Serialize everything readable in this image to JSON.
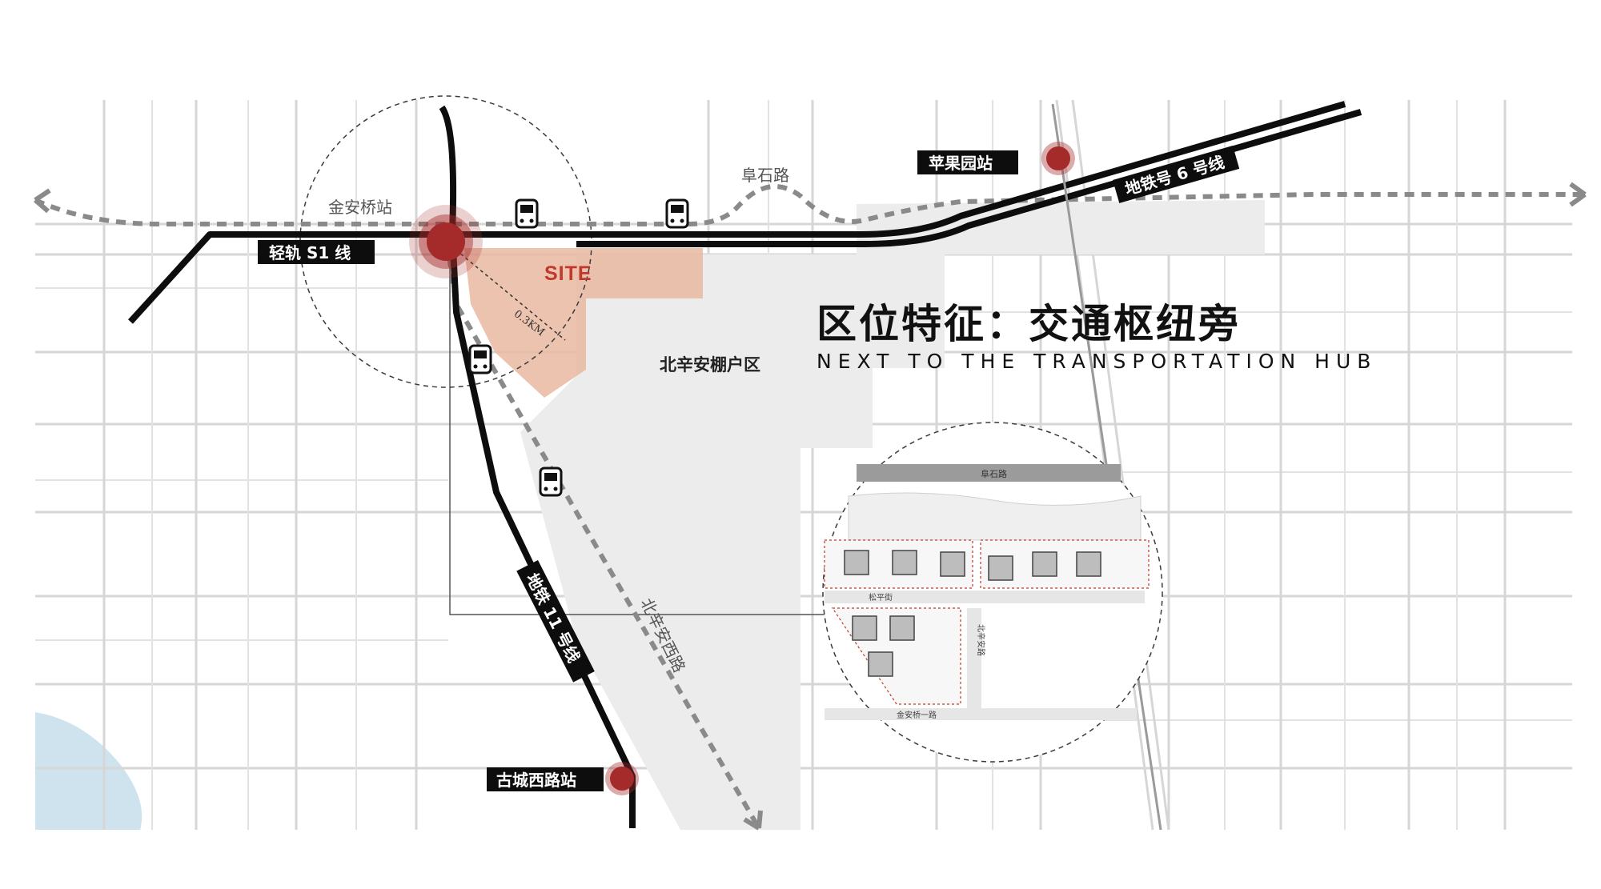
{
  "map": {
    "title_cn": "区位特征：交通枢纽旁",
    "title_en": "NEXT TO THE TRANSPORTATION HUB",
    "site_label": "SITE",
    "radius_label": "0.3KM",
    "district_label": "北辛安棚户区",
    "roads": {
      "fushi": "阜石路",
      "beixinan_west": "北辛安西路"
    },
    "stations": {
      "jinanqiao": "金安桥站",
      "pingguoyuan": "苹果园站",
      "guchengxilu": "古城西路站"
    },
    "lines": {
      "s1": "轻轨 S1 线",
      "line6": "地铁号 6 号线",
      "line11": "地铁 11 号线"
    },
    "icons": [
      "bus-icon",
      "bus-icon",
      "bus-icon",
      "bus-icon"
    ],
    "colors": {
      "metro": "#0d0d0d",
      "station": "#a52a2a",
      "site": "#e9b8a0",
      "water": "#cfe3ee",
      "route": "#8a8a8a"
    },
    "inset": {
      "road_top": "阜石路",
      "road_mid": "松平街",
      "road_side": "北辛安路",
      "road_bottom": "金安桥一路"
    }
  }
}
